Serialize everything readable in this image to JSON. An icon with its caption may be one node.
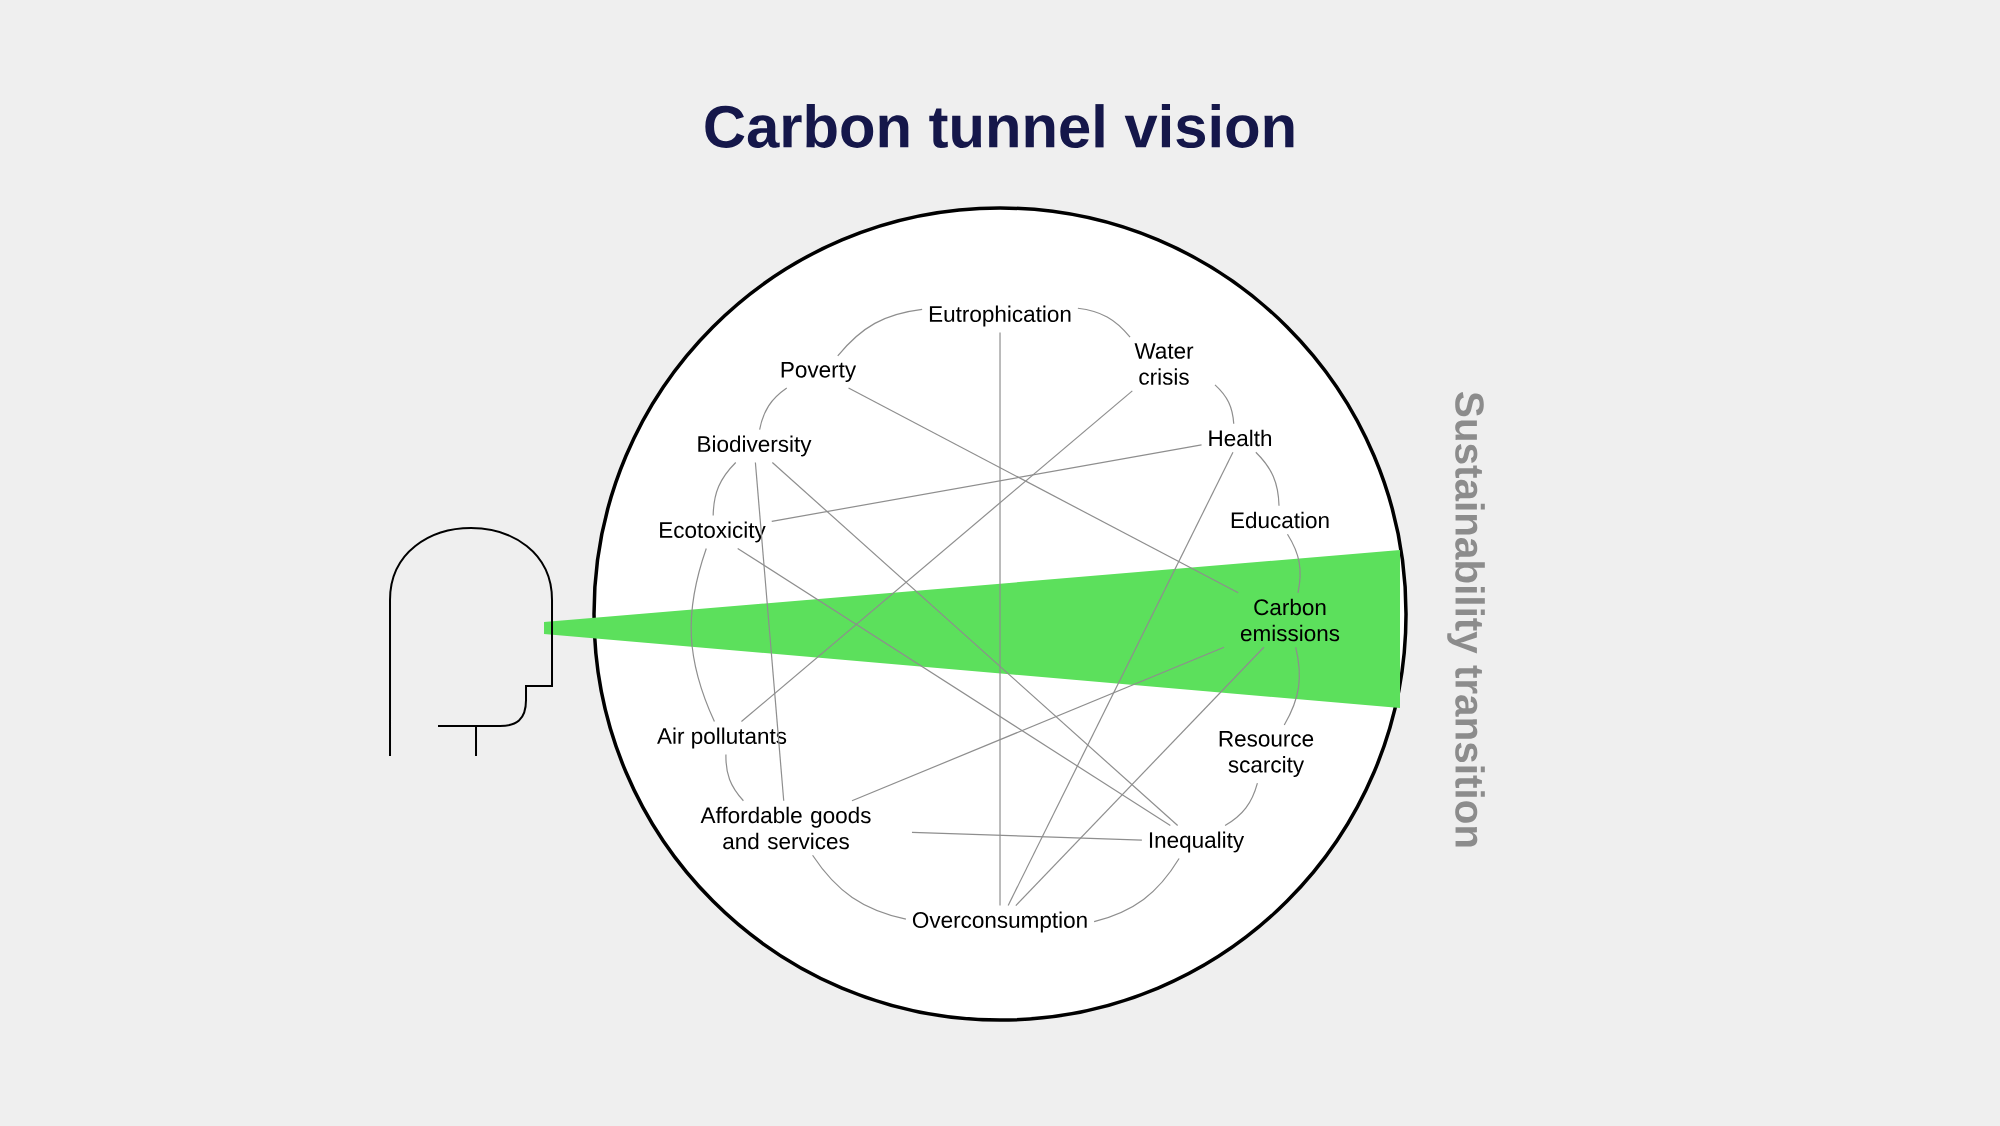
{
  "diagram": {
    "title": "Carbon tunnel vision",
    "nodes": [
      {
        "text": [
          "Eutrophication"
        ]
      },
      {
        "text": [
          "Water crisis"
        ]
      },
      {
        "text": [
          "Health"
        ]
      },
      {
        "text": [
          "Education"
        ]
      },
      {
        "text": [
          "Carbon emissions"
        ]
      },
      {
        "text": [
          "Resource scarcity"
        ]
      },
      {
        "text": [
          "Inequality"
        ]
      },
      {
        "text": [
          "Overconsumption"
        ]
      },
      {
        "text": [
          "Affordable goods and services"
        ]
      },
      {
        "text": [
          "Air pollutants"
        ]
      },
      {
        "text": [
          "Ecotoxicity"
        ]
      },
      {
        "text": [
          "Biodiversity"
        ]
      },
      {
        "text": [
          "Poverty"
        ]
      }
    ],
    "edges": [
      {
        "from": 0,
        "to": 1,
        "arrow": "none"
      },
      {
        "from": 1,
        "to": 2,
        "arrow": "none"
      },
      {
        "from": 2,
        "to": 3,
        "arrow": "none"
      },
      {
        "from": 3,
        "to": 4,
        "arrow": "none"
      },
      {
        "from": 4,
        "to": 5,
        "arrow": "none"
      },
      {
        "from": 5,
        "to": 6,
        "arrow": "none"
      },
      {
        "from": 6,
        "to": 7,
        "arrow": "none"
      },
      {
        "from": 7,
        "to": 8,
        "arrow": "none"
      },
      {
        "from": 8,
        "to": 9,
        "arrow": "none"
      },
      {
        "from": 9,
        "to": 10,
        "arrow": "none"
      },
      {
        "from": 10,
        "to": 11,
        "arrow": "none"
      },
      {
        "from": 11,
        "to": 12,
        "arrow": "none"
      },
      {
        "from": 12,
        "to": 0,
        "arrow": "none"
      },
      {
        "from": 0,
        "to": 7,
        "arrow": "none"
      },
      {
        "from": 12,
        "to": 4,
        "arrow": "none"
      },
      {
        "from": 1,
        "to": 9,
        "arrow": "none"
      },
      {
        "from": 2,
        "to": 10,
        "arrow": "none"
      },
      {
        "from": 2,
        "to": 7,
        "arrow": "none"
      },
      {
        "from": 11,
        "to": 6,
        "arrow": "none"
      },
      {
        "from": 10,
        "to": 6,
        "arrow": "none"
      },
      {
        "from": 11,
        "to": 8,
        "arrow": "none"
      },
      {
        "from": 4,
        "to": 8,
        "arrow": "none"
      },
      {
        "from": 4,
        "to": 7,
        "arrow": "none"
      },
      {
        "from": 8,
        "to": 6,
        "arrow": "none"
      }
    ],
    "labels": [
      "Sustainability transition"
    ]
  }
}
